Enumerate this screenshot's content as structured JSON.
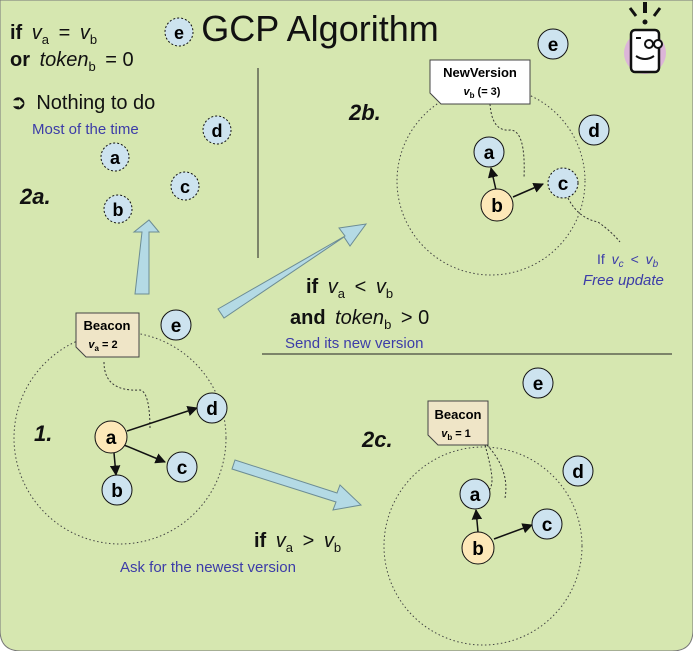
{
  "title": "GCP Algorithm",
  "colors": {
    "background": "#d6e7b0",
    "node_fill": "#cde3ef",
    "highlight_fill": "#fde8b8",
    "arrow_fill": "#b4dae5",
    "note_fill": "#efe5c7",
    "annotation": "#3c3ca8",
    "text": "#111111"
  },
  "panel_2a": {
    "step": "2a.",
    "cond_line1_if": "if",
    "cond_line1_va": "v",
    "cond_line1_va_sub": "a",
    "cond_line1_eq": "=",
    "cond_line1_vb": "v",
    "cond_line1_vb_sub": "b",
    "cond_line2_or": "or",
    "cond_line2_token": "token",
    "cond_line2_token_sub": "b",
    "cond_line2_rest": "= 0",
    "result_arrow": "➲",
    "result": "Nothing to do",
    "note": "Most of the time"
  },
  "panel_1": {
    "step": "1.",
    "beacon_title": "Beacon",
    "beacon_v": "v",
    "beacon_sub": "a",
    "beacon_val": "= 2"
  },
  "panel_2b": {
    "step": "2b.",
    "note_title": "NewVersion",
    "note_v": "v",
    "note_sub": "b",
    "note_val": "(= 3)",
    "cond_if": "if",
    "cond_va": "v",
    "cond_va_sub": "a",
    "cond_lt": "<",
    "cond_vb": "v",
    "cond_vb_sub": "b",
    "cond_and": "and",
    "cond_token": "token",
    "cond_token_sub": "b",
    "cond_gt": "> 0",
    "action": "Send its new version",
    "free_if": "If",
    "free_vc": "v",
    "free_vc_sub": "c",
    "free_lt": "<",
    "free_vb": "v",
    "free_vb_sub": "b",
    "free_label": "Free update"
  },
  "panel_2c": {
    "step": "2c.",
    "beacon_title": "Beacon",
    "beacon_v": "v",
    "beacon_sub": "b",
    "beacon_val": "= 1",
    "cond_if": "if",
    "cond_va": "v",
    "cond_va_sub": "a",
    "cond_gt": ">",
    "cond_vb": "v",
    "cond_vb_sub": "b",
    "action": "Ask for the newest version"
  },
  "nodes": {
    "a": "a",
    "b": "b",
    "c": "c",
    "d": "d",
    "e": "e"
  },
  "icon": "idea-face-icon"
}
